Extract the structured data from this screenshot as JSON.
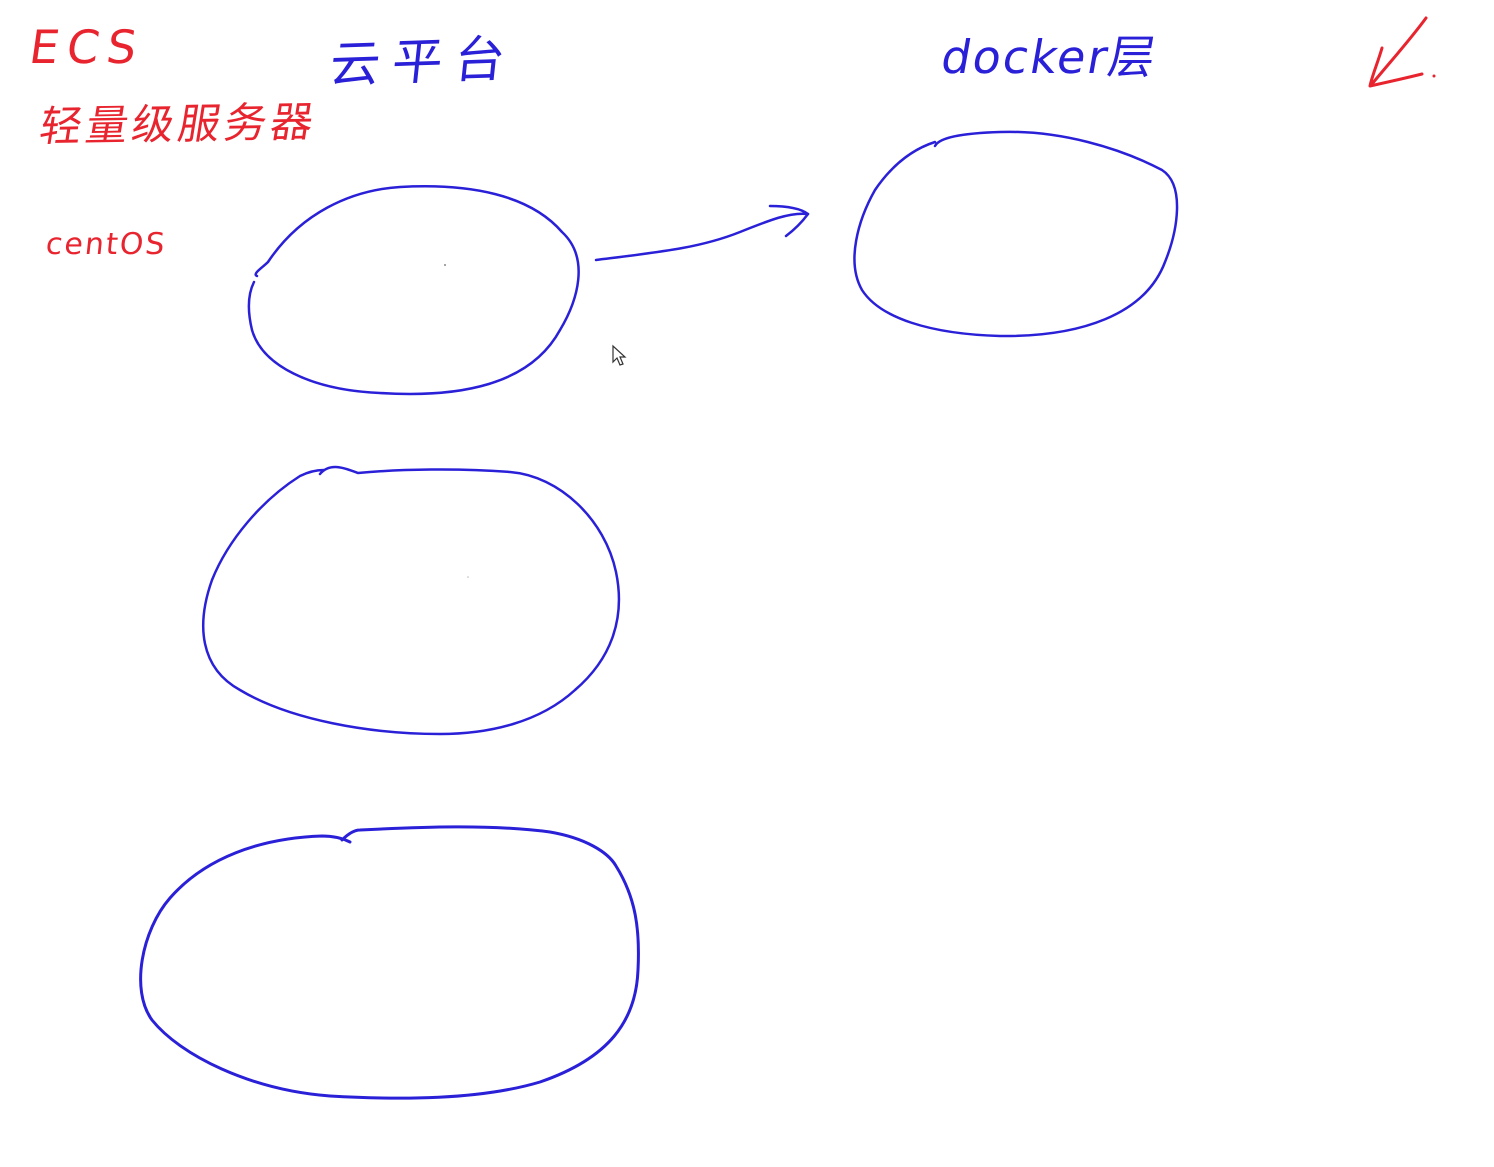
{
  "colors": {
    "ink_red": "#e8242f",
    "ink_blue": "#2a20d8",
    "background": "#ffffff"
  },
  "annotations": {
    "ecs": "ECS",
    "lightweight_server": "轻量级服务器",
    "centos": "centOS",
    "cloud_platform": "云平台",
    "docker_layer": "docker层"
  },
  "shapes": {
    "container_count": 4,
    "arrow": "right-arrow",
    "corner_mark": "down-left-arrow-icon",
    "cursor": "mouse-pointer-icon"
  }
}
